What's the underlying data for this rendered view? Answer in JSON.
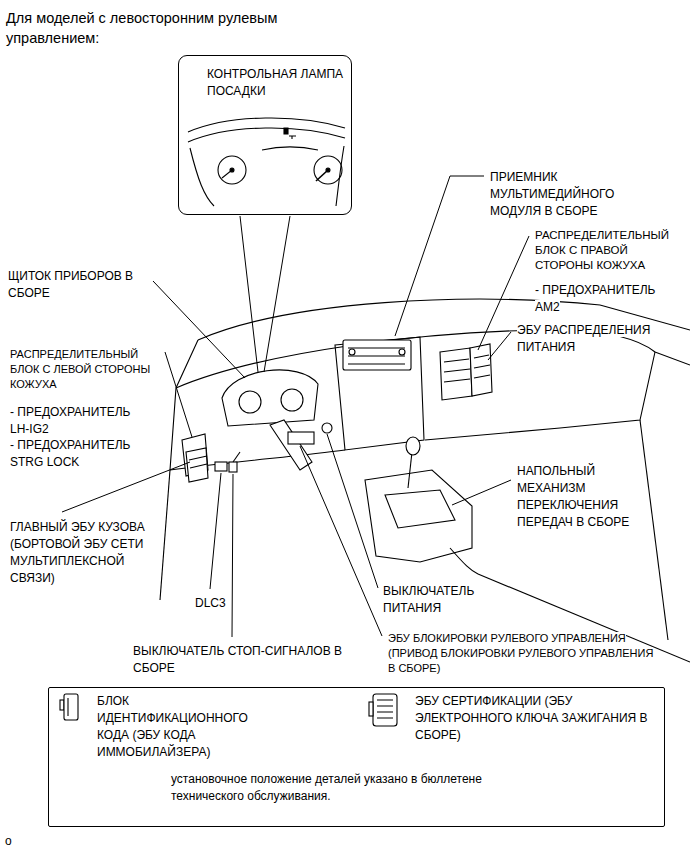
{
  "diagram": {
    "title": "Для моделей с левосторонним рулевым управлением:",
    "nodes": [
      {
        "text": [
          "КОНТРОЛЬНАЯ ЛАМПА ПОСАДКИ"
        ]
      },
      {
        "text": [
          "установочное положение деталей указано в бюллетене технического обслуживания."
        ]
      }
    ],
    "labels": [
      "ПРИЕМНИК МУЛЬТИМЕДИЙНОГО МОДУЛЯ В СБОРЕ",
      "РАСПРЕДЕЛИТЕЛЬНЫЙ БЛОК С ПРАВОЙ СТОРОНЫ КОЖУХА",
      "- ПРЕДОХРАНИТЕЛЬ AM2",
      "ЩИТОК ПРИБОРОВ В СБОРЕ",
      "ЭБУ РАСПРЕДЕЛЕНИЯ ПИТАНИЯ",
      "РАСПРЕДЕЛИТЕЛЬНЫЙ БЛОК С ЛЕВОЙ СТОРОНЫ КОЖУХА",
      "- ПРЕДОХРАНИТЕЛЬ LH-IG2",
      "- ПРЕДОХРАНИТЕЛЬ STRG LOCK",
      "НАПОЛЬНЫЙ МЕХАНИЗМ ПЕРЕКЛЮЧЕНИЯ ПЕРЕДАЧ В СБОРЕ",
      "ГЛАВНЫЙ ЭБУ КУЗОВА (БОРТОВОЙ ЭБУ СЕТИ МУЛЬТИПЛЕКСНОЙ СВЯЗИ)",
      "ВЫКЛЮЧАТЕЛЬ ПИТАНИЯ",
      "DLC3",
      "ЭБУ БЛОКИРОВКИ РУЛЕВОГО УПРАВЛЕНИЯ (ПРИВОД БЛОКИРОВКИ РУЛЕВОГО УПРАВЛЕНИЯ В СБОРЕ)",
      "ВЫКЛЮЧАТЕЛЬ СТОП-СИГНАЛОВ В СБОРЕ",
      "o"
    ],
    "legend": [
      {
        "text": "БЛОК ИДЕНТИФИКАЦИОННОГО КОДА (ЭБУ КОДА ИММОБИЛАЙЗЕРА)"
      },
      {
        "text": "ЭБУ СЕРТИФИКАЦИИ (ЭБУ ЭЛЕКТРОННОГО КЛЮЧА ЗАЖИГАНИЯ В СБОРЕ)"
      }
    ]
  }
}
